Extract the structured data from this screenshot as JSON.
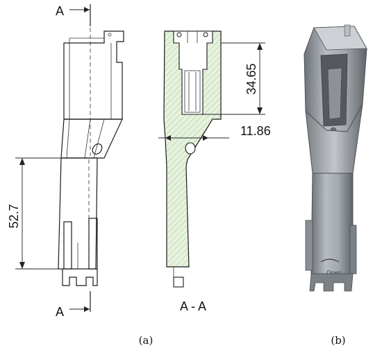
{
  "diagram": {
    "section_mark_top": "A",
    "section_mark_bottom": "A",
    "section_title": "A - A",
    "dim_length_upper": "34.65",
    "dim_width": "11.86",
    "dim_length_lower": "52.7",
    "caption_a": "(a)",
    "caption_b": "(b)",
    "render_engraving": "Open"
  },
  "colors": {
    "hatch_fill": "#e6f2de",
    "hatch_stroke": "#9cc98f",
    "render_body": "#9aa0a6"
  }
}
